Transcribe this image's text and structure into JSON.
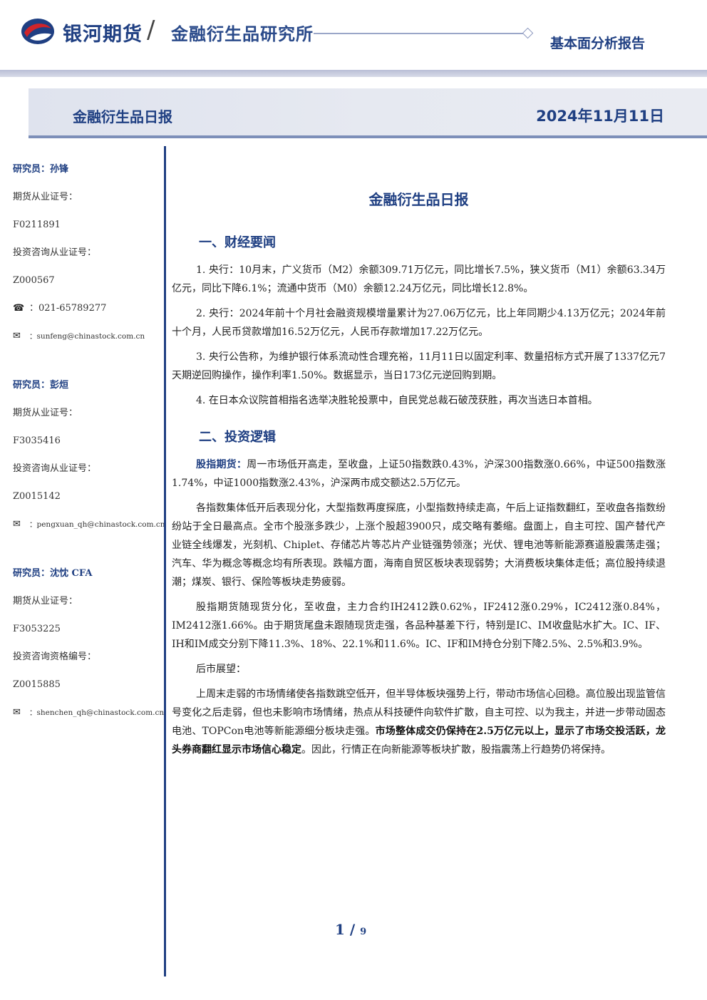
{
  "header": {
    "brand": "银河期货",
    "slash": "/",
    "institute": "金融衍生品研究所",
    "report_type": "基本面分析报告"
  },
  "banner": {
    "title": "金融衍生品日报",
    "date": "2024年11月11日"
  },
  "analysts": [
    {
      "name_line": "研究员：孙锋",
      "futures_cert_label": "期货从业证号：",
      "futures_cert": "F0211891",
      "advisory_cert_label": "投资咨询从业证号：",
      "advisory_cert": "Z000567",
      "phone_label": "：",
      "phone": "021-65789277",
      "email_label": "：",
      "email": "sunfeng@chinastock.com.cn"
    },
    {
      "name_line": "研究员：彭烜",
      "futures_cert_label": "期货从业证号：",
      "futures_cert": "F3035416",
      "advisory_cert_label": "投资咨询从业证号：",
      "advisory_cert": "Z0015142",
      "email_label": "：",
      "email": "pengxuan_qh@chinastock.com.cn"
    },
    {
      "name_line": "研究员：沈忱 CFA",
      "futures_cert_label": "期货从业证号：",
      "futures_cert": "F3053225",
      "advisory_cert_label": "投资咨询资格编号：",
      "advisory_cert": "Z0015885",
      "email_label": "：",
      "email": "shenchen_qh@chinastock.com.cn"
    }
  ],
  "icons": {
    "phone": "phone-icon",
    "email": "envelope-icon"
  },
  "main": {
    "title": "金融衍生品日报",
    "section1": {
      "heading": "一、财经要闻",
      "items": [
        "1. 央行：10月末，广义货币（M2）余额309.71万亿元，同比增长7.5%，狭义货币（M1）余额63.34万亿元，同比下降6.1%；流通中货币（M0）余额12.24万亿元，同比增长12.8%。",
        "2. 央行：2024年前十个月社会融资规模增量累计为27.06万亿元，比上年同期少4.13万亿元；2024年前十个月，人民币贷款增加16.52万亿元，人民币存款增加17.22万亿元。",
        "3. 央行公告称，为维护银行体系流动性合理充裕，11月11日以固定利率、数量招标方式开展了1337亿元7天期逆回购操作，操作利率1.50%。数据显示，当日173亿元逆回购到期。",
        "4. 在日本众议院首相指名选举决胜轮投票中，自民党总裁石破茂获胜，再次当选日本首相。"
      ]
    },
    "section2": {
      "heading": "二、投资逻辑",
      "p1_label": "股指期货：",
      "p1_text": "周一市场低开高走，至收盘，上证50指数跌0.43%，沪深300指数涨0.66%，中证500指数涨1.74%，中证1000指数涨2.43%，沪深两市成交额达2.5万亿元。",
      "p2": "各指数集体低开后表现分化，大型指数再度探底，小型指数持续走高，午后上证指数翻红，至收盘各指数纷纷站于全日最高点。全市个股涨多跌少，上涨个股超3900只，成交略有萎缩。盘面上，自主可控、国产替代产业链全线爆发，光刻机、Chiplet、存储芯片等芯片产业链强势领涨；光伏、锂电池等新能源赛道股震荡走强；汽车、华为概念等概念均有所表现。跌幅方面，海南自贸区板块表现弱势；大消费板块集体走低；高位股持续退潮；煤炭、银行、保险等板块走势疲弱。",
      "p3": "股指期货随现货分化，至收盘，主力合约IH2412跌0.62%，IF2412涨0.29%，IC2412涨0.84%，IM2412涨1.66%。由于期货尾盘未跟随现货走强，各品种基差下行，特别是IC、IM收盘贴水扩大。IC、IF、IH和IM成交分别下降11.3%、18%、22.1%和11.6%。IC、IF和IM持仓分别下降2.5%、2.5%和3.9%。",
      "p4": "后市展望：",
      "p5_a": "上周末走弱的市场情绪使各指数跳空低开，但半导体板块强势上行，带动市场信心回稳。高位股出现监管信号变化之后走弱，但也未影响市场情绪，热点从科技硬件向软件扩散，自主可控、以为我主，并进一步带动固态电池、TOPCon电池等新能源细分板块走强。",
      "p5_bold": "市场整体成交仍保持在2.5万亿元以上，显示了市场交投活跃，龙头券商翻红显示市场信心稳定",
      "p5_c": "。因此，行情正在向新能源等板块扩散，股指震荡上行趋势仍将保持。"
    }
  },
  "footer": {
    "page_current": "1",
    "page_sep": " / ",
    "page_total": "9"
  },
  "colors": {
    "primary": "#1f3f82",
    "logo_red": "#d0242a"
  }
}
